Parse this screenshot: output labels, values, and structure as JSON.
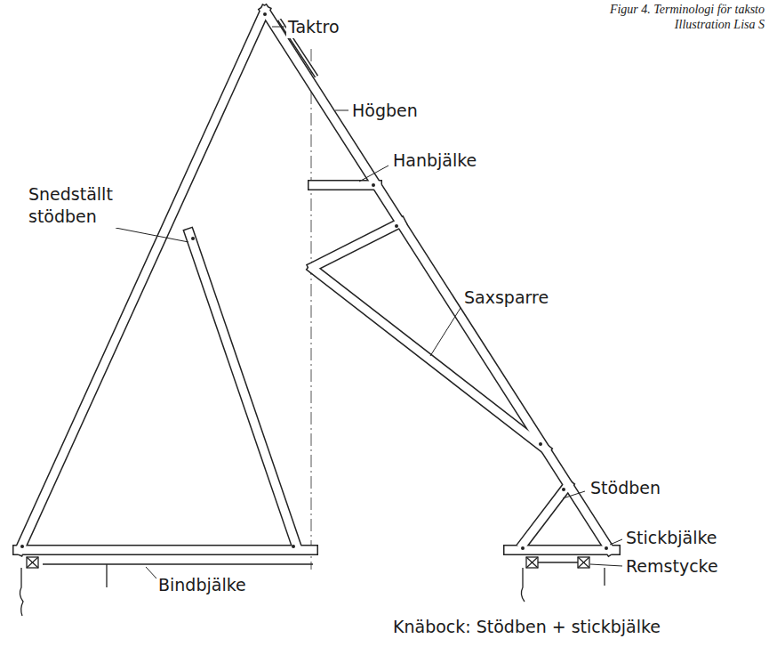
{
  "diagram": {
    "labels": [
      "Figur 4. Terminologi för taksto",
      "Illustration Lisa S",
      "Taktro",
      "Högben",
      "Hanbjälke",
      "Snedställt stödben",
      "Saxsparre",
      "Stödben",
      "Stickbjälke",
      "Remstycke",
      "Bindbjälke",
      "Knäbock: Stödben + stickbjälke"
    ]
  }
}
